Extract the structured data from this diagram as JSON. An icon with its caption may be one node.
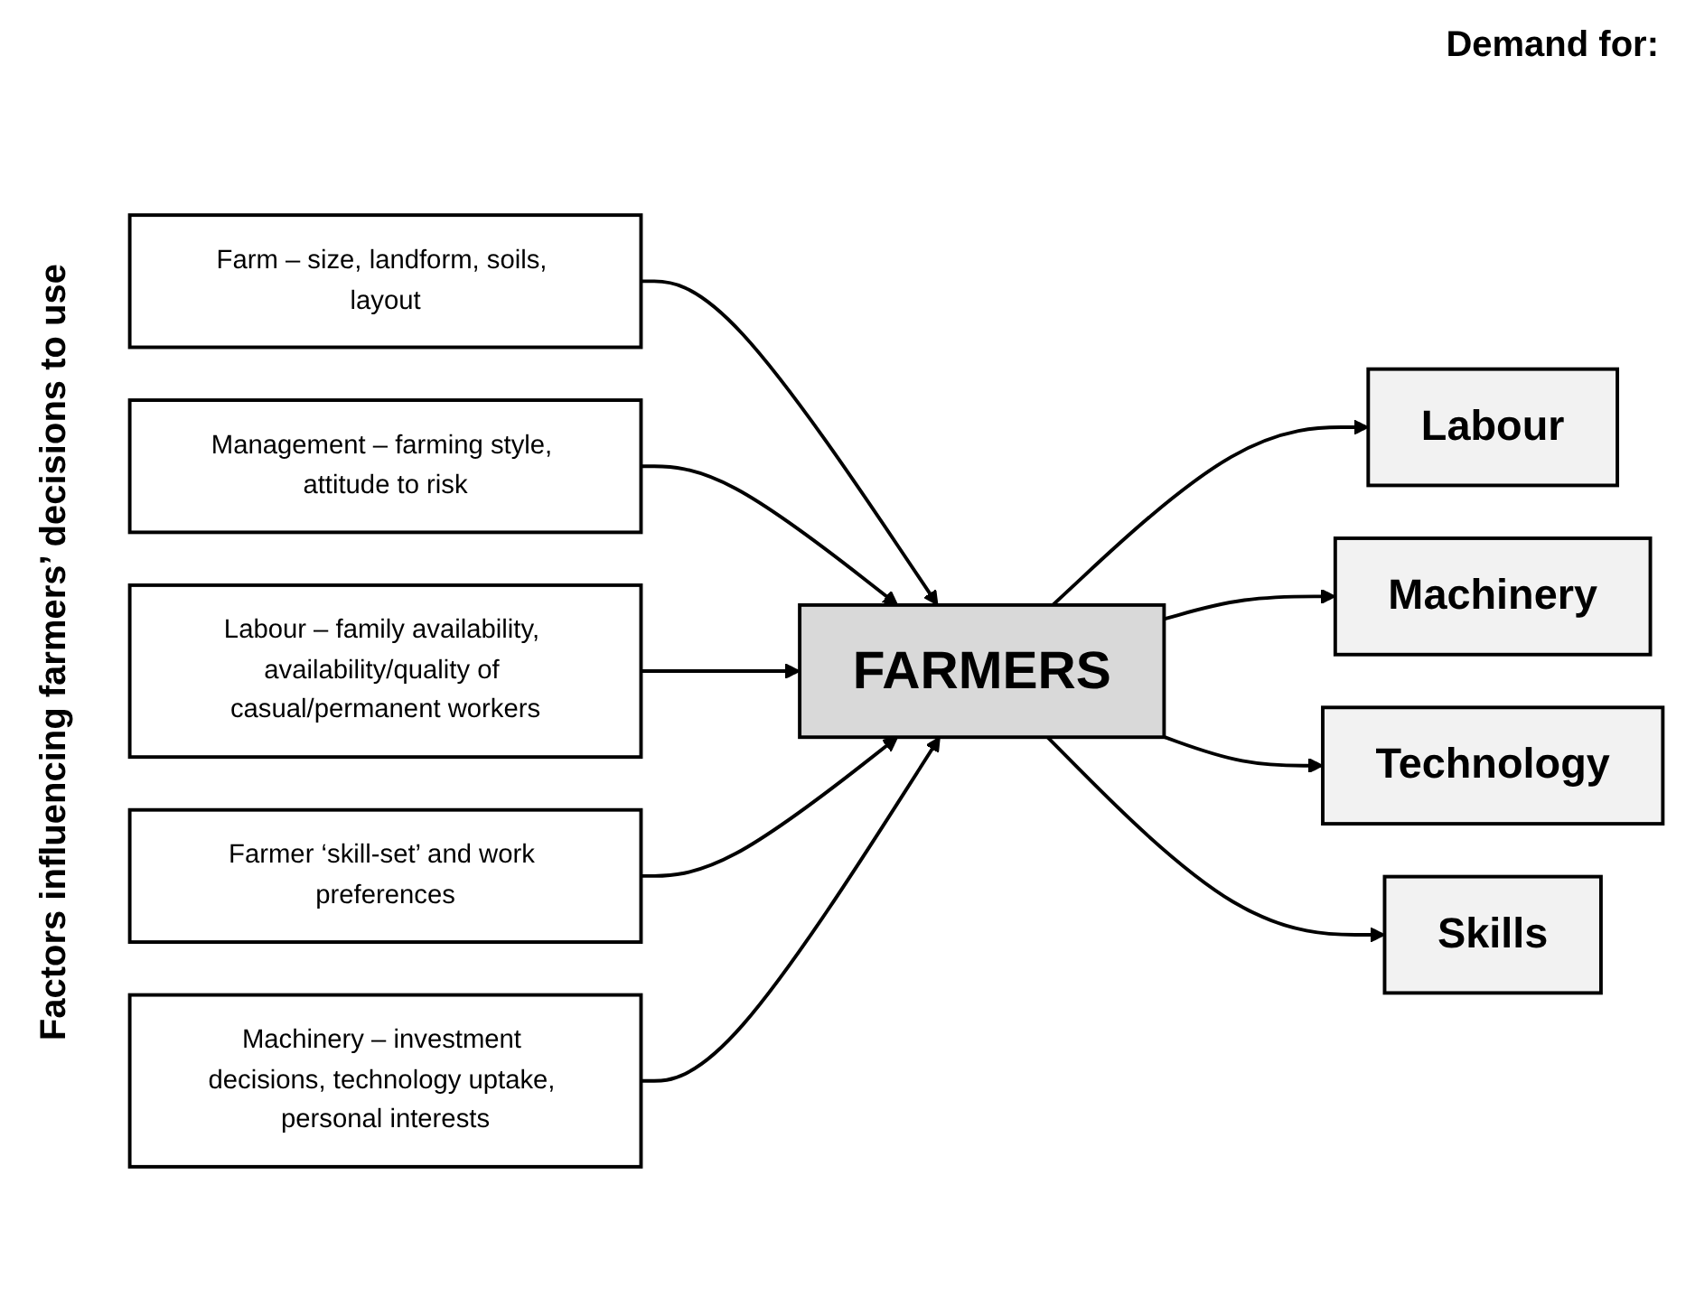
{
  "diagram": {
    "nodes": [
      {
        "text": [
          "Farm – size, landform, soils, layout"
        ]
      },
      {
        "text": [
          "Management – farming style, attitude to risk"
        ]
      },
      {
        "text": [
          "Labour – family availability, availability/quality of casual/permanent workers"
        ]
      },
      {
        "text": [
          "Farmer ‘skill-set’ and work preferences"
        ]
      },
      {
        "text": [
          "Machinery – investment decisions, technology uptake, personal interests"
        ]
      },
      {
        "text": [
          "FARMERS"
        ]
      },
      {
        "text": [
          "Labour"
        ]
      },
      {
        "text": [
          "Machinery"
        ]
      },
      {
        "text": [
          "Technology"
        ]
      },
      {
        "text": [
          "Skills"
        ]
      }
    ],
    "edges": [
      {
        "from": 0,
        "to": 5,
        "arrow": "to"
      },
      {
        "from": 1,
        "to": 5,
        "arrow": "to"
      },
      {
        "from": 2,
        "to": 5,
        "arrow": "to"
      },
      {
        "from": 3,
        "to": 5,
        "arrow": "to"
      },
      {
        "from": 4,
        "to": 5,
        "arrow": "to"
      },
      {
        "from": 5,
        "to": 6,
        "arrow": "to"
      },
      {
        "from": 5,
        "to": 7,
        "arrow": "to"
      },
      {
        "from": 5,
        "to": 8,
        "arrow": "to"
      },
      {
        "from": 5,
        "to": 9,
        "arrow": "to"
      }
    ],
    "labels": [
      "Factors influencing farmers’ decisions to use",
      "Demand for:"
    ]
  }
}
